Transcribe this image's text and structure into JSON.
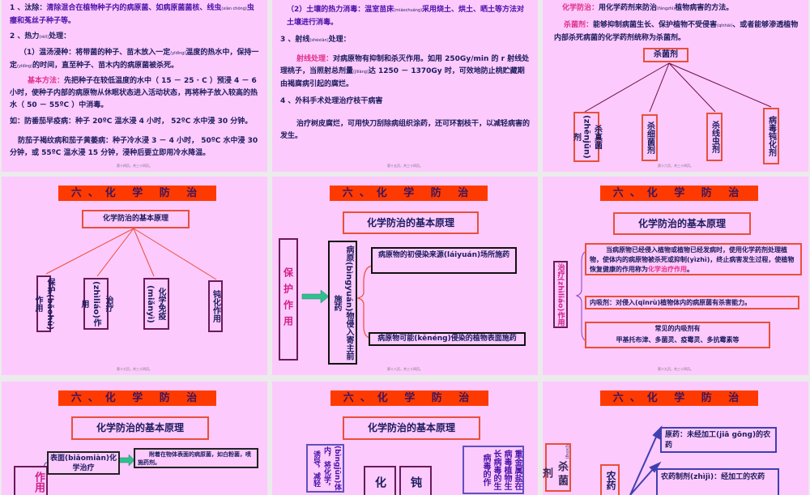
{
  "slides": [
    {
      "footer": "第十四页，共三十四页。",
      "lines": [
        {
          "lead": "1 、汰除：",
          "text": "清除混合在植物种子内的病原菌、如病原菌菌核、线虫",
          "py": "(xiàn chóng)",
          "tail": "虫瘿和菟丝子种子等。"
        },
        {
          "lead": "2 、热力",
          "py": "(rèlì)",
          "tail": "处理："
        },
        {
          "text": "（1）温汤浸种：将带菌的种子、苗木放入一定",
          "py": "(yīdìng)",
          "tail": "温度的热水中，保持一定",
          "py2": "(yīdìng)",
          "tail2": "的时间，直至种子、苗木内的病原菌被杀死。"
        },
        {
          "label": "基本方法：",
          "text": "先把种子在较低温度的水中（ 15 － 25 · C ）预浸 4 － 6 小时，使种子内部的病原物从休眠状态进入活动状态，再将种子放入较高的热水（ 50 － 55ºC ）中消毒。"
        },
        {
          "text": "如：防番茄早疫病：种子 20ºC 温水浸 4 小时， 52ºC 水中浸 30 分钟。"
        },
        {
          "text": "防茄子褐纹病和茄子黄萎病：种子冷水浸 3 － 4 小时， 50ºC 水中浸 30 分钟，或 55ºC 温水浸 15 分钟，浸种后要立即用冷水降温。"
        }
      ]
    },
    {
      "footer": "第十五页，共三十四页。",
      "lines": [
        {
          "text": "（2）土壤的热力消毒：温室苗床",
          "py": "(miáochuáng)",
          "tail": "采用烧土、烘土、晒土等方法对土壤进行消毒。"
        },
        {
          "text": "3 、射线",
          "py": "(shèxiàn)",
          "tail": "处理："
        },
        {
          "label": "射线处理：",
          "text": "对病原物有抑制和杀灭作用。如用 250Gy/min 的 r 射线处理桃子，当照射总剂量",
          "py": "(jìliàng)",
          "tail": "达 1250 － 1370Gy 时，可效地防止桃贮藏期由褐腐病引起的腐烂。"
        },
        {
          "text": "4 、外科手术处理治疗枝干病害"
        },
        {
          "text": "治疗树皮腐烂，可用快刀刮除病组织涂药，还可环割枝干，以减轻病害的发生。"
        }
      ]
    },
    {
      "footer": "第十六页，共三十四页。",
      "def1_label": "化学防治：",
      "def1_text": "用化学药剂来防治",
      "def1_py": "(fángzhì)",
      "def1_tail": "植物病害的方法。",
      "def2_label": "杀菌剂：",
      "def2_text": "能够抑制病菌生长、保护植物不受侵害",
      "def2_py": "(qīnhài)",
      "def2_tail": "、或者能够渗透植物内部杀死病菌的化学药剂统称为杀菌剂。",
      "root": "杀菌剂",
      "children": [
        "杀真菌(zhēnjūn)剂",
        "杀细菌剂",
        "杀线虫剂",
        "病毒钝化剂"
      ]
    },
    {
      "footer": "第十七页，共三十四页。",
      "title": "六、化 学 防 治",
      "root": "化学防治的基本原理",
      "children": [
        "保护(bǎohù)作用",
        "治疗(zhìliáo)作用",
        "化学免疫(miǎnyì)",
        "钝化作用"
      ]
    },
    {
      "footer": "第十八页，共三十四页。",
      "title": "六、化 学 防 治",
      "subtitle": "化学防治的基本原理",
      "left": "保护作用",
      "mid": "病原(bìngyuán)物侵入寄主前施药",
      "b1": "病原物的初侵染来源(láiyuán)场所施药",
      "b2": "病原物可能(kěnéng)侵染的植物表面施药"
    },
    {
      "footer": "第十九页，共三十四页。",
      "title": "六、化 学 防 治",
      "subtitle": "化学防治的基本原理",
      "left": "治疗(zhìliáo)作用",
      "b1": "当病原物已经侵入植物或植物已经发病时，使用化学药剂处理植物，使体内的病原物被杀死或抑制(yìzhì)，终止病害发生过程，使植物恢复健康的作用称为",
      "b1_hl": "化学治疗作用",
      "b1_end": "。",
      "b2": "内吸剂：对侵入(qīnrù)植物体内的病原菌有杀害能力。",
      "b3a": "常见的内吸剂有",
      "b3b": "甲基托布津、多菌灵、疫霉灵、多抗霉素等"
    },
    {
      "title": "六、化 学 防 治",
      "subtitle": "化学防治的基本原理",
      "left": "作用",
      "b1": "表面(biǎomiàn)化学治疗",
      "b2": "附着在物体表面的病原菌，如白粉菌，喷施药剂。"
    },
    {
      "title": "六、化 学 防 治",
      "subtitle": "化学防治的基本原理",
      "left": "(bìngjūn)体内，将化学，诱导，减轻",
      "c1": "化",
      "c2": "钝",
      "right": "重金属盐在病毒植物生长病毒的生病毒的作"
    },
    {
      "title": "六、化 学 防 治",
      "left": "杀菌剂",
      "left_py": "(jìxíng)",
      "mid": "农药",
      "b1": "原药：未经加工(jiā gōng)的农药",
      "b2": "农药制剂(zhìjì)：经加工的农药"
    }
  ],
  "colors": {
    "slide_bg": "#fccafc",
    "title_bar": "#ff3a00",
    "box_border": "#e8503a",
    "text": "#1c1c5e",
    "highlight": "#4a12a8",
    "label": "#e0308a"
  }
}
